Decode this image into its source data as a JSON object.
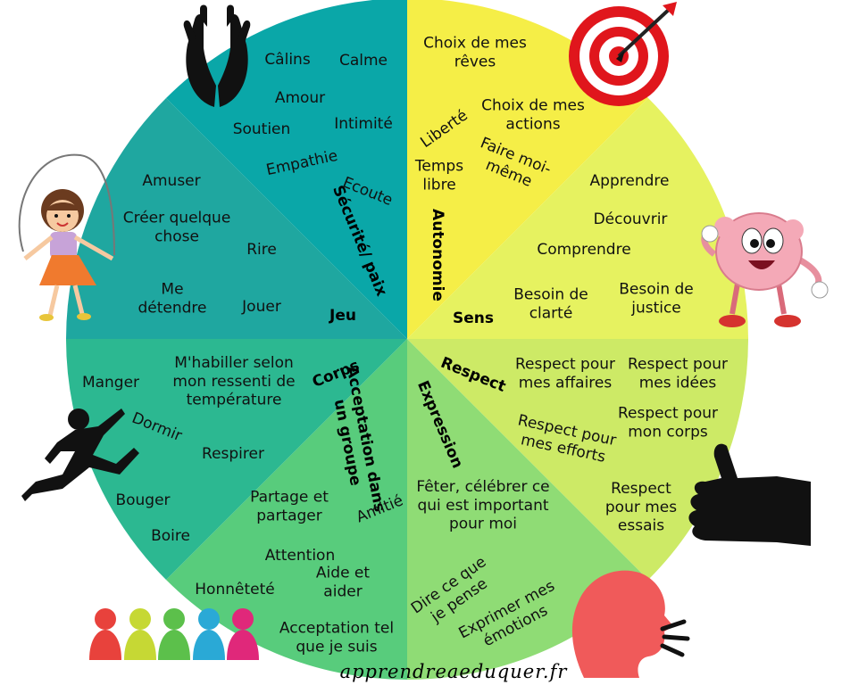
{
  "colors": {
    "jeu": "#1fa7a0",
    "securite": "#0aa7a8",
    "autonomie": "#f5ee47",
    "sens": "#e6f260",
    "respect": "#cdea66",
    "expression": "#8fdc75",
    "acceptation": "#58cc7c",
    "corps": "#2cb891"
  },
  "sectors": {
    "securite": {
      "title": "Sécurité/ paix",
      "items": [
        "Câlins",
        "Calme",
        "Amour",
        "Soutien",
        "Intimité",
        "Empathie",
        "Ecoute"
      ]
    },
    "autonomie": {
      "title": "Autonomie",
      "items": [
        "Choix de mes|rêves",
        "Liberté",
        "Choix de mes|actions",
        "Temps|libre",
        "Faire moi-|même"
      ]
    },
    "sens": {
      "title": "Sens",
      "items": [
        "Apprendre",
        "Découvrir",
        "Comprendre",
        "Besoin de|clarté",
        "Besoin de|justice"
      ]
    },
    "respect": {
      "title": "Respect",
      "items": [
        "Respect pour|mes affaires",
        "Respect pour|mes idées",
        "Respect pour|mon corps",
        "Respect pour|mes efforts",
        "Respect|pour mes|essais"
      ]
    },
    "expression": {
      "title": "Expression",
      "items": [
        "Fêter, célébrer ce|qui est important|pour moi",
        "Dire ce que|je pense",
        "Exprimer mes|émotions"
      ]
    },
    "acceptation": {
      "title": "Acceptation dans|un groupe",
      "items": [
        "Partage et|partager",
        "Amitié",
        "Attention",
        "Honnêteté",
        "Aide et|aider",
        "Acceptation tel|que je suis"
      ]
    },
    "corps": {
      "title": "Corps",
      "items": [
        "Manger",
        "M'habiller selon|mon ressenti de|température",
        "Dormir",
        "Respirer",
        "Bouger",
        "Boire"
      ]
    },
    "jeu": {
      "title": "Jeu",
      "items": [
        "Amuser",
        "Créer quelque|chose",
        "Rire",
        "Me|détendre",
        "Jouer"
      ]
    }
  },
  "footer": {
    "website": "apprendreaeduquer.fr"
  },
  "icons": [
    "praying-hands-icon",
    "target-icon",
    "brain-character-icon",
    "thumbs-up-icon",
    "speaking-head-icon",
    "pawns-icon",
    "jumping-rope-girl-icon",
    "running-person-icon"
  ]
}
